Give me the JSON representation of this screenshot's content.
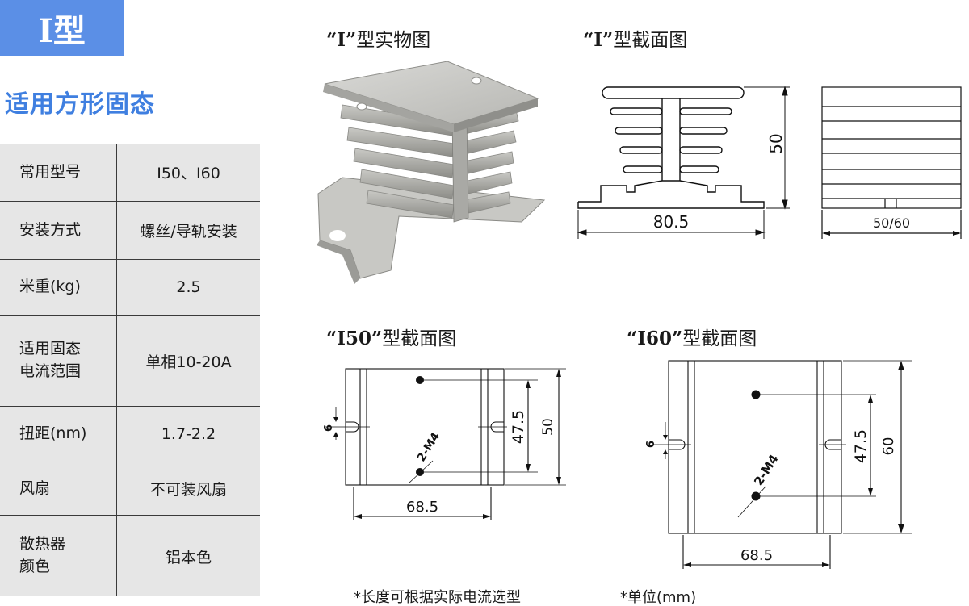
{
  "header": {
    "title": "I型",
    "subtitle": "适用方形固态"
  },
  "specs": [
    {
      "key": "常用型号",
      "value": "I50、I60"
    },
    {
      "key": "安装方式",
      "value": "螺丝/导轨安装"
    },
    {
      "key": "米重(kg)",
      "value": "2.5"
    },
    {
      "key": "适用固态\n电流范围",
      "value": "单相10-20A"
    },
    {
      "key": "扭距(nm)",
      "value": "1.7-2.2"
    },
    {
      "key": "风扇",
      "value": "不可装风扇"
    },
    {
      "key": "散热器\n颜色",
      "value": "铝本色"
    }
  ],
  "figures": {
    "photo_title_q": "“I”",
    "photo_title": "型实物图",
    "section_title_q": "“I”",
    "section_title": "型截面图",
    "i50_title_q": "“I50”",
    "i50_title": "型截面图",
    "i60_title_q": "“I60”",
    "i60_title": "型截面图"
  },
  "dimensions": {
    "section_height": "50",
    "section_width": "80.5",
    "side_length": "50/60",
    "i50_slot": "6",
    "i50_hole": "2-M4",
    "i50_pitch": "47.5",
    "i50_length": "50",
    "i50_width": "68.5",
    "i60_slot": "6",
    "i60_hole": "2-M4",
    "i60_pitch": "47.5",
    "i60_length": "60",
    "i60_width": "68.5"
  },
  "footnotes": {
    "left": "*长度可根据实际电流选型",
    "right": "*单位(mm)"
  }
}
